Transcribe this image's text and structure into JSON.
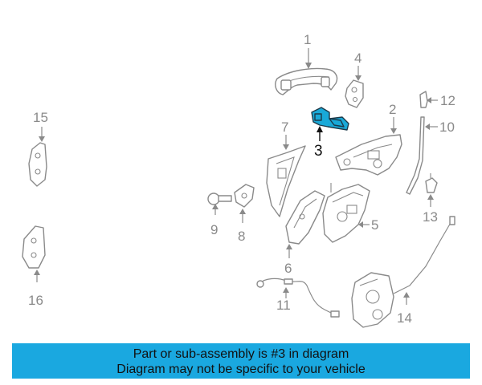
{
  "diagram": {
    "callouts": {
      "c1": "1",
      "c2": "2",
      "c3": "3",
      "c4": "4",
      "c5": "5",
      "c6": "6",
      "c7": "7",
      "c8": "8",
      "c9": "9",
      "c10": "10",
      "c11": "11",
      "c12": "12",
      "c13": "13",
      "c14": "14",
      "c15": "15",
      "c16": "16"
    },
    "highlighted_part": "3",
    "highlight_color": "#19a9d8"
  },
  "banner": {
    "line1": "Part or sub-assembly is #3 in diagram",
    "line2": "Diagram may not be specific to your vehicle",
    "background": "#1aa8e0"
  }
}
